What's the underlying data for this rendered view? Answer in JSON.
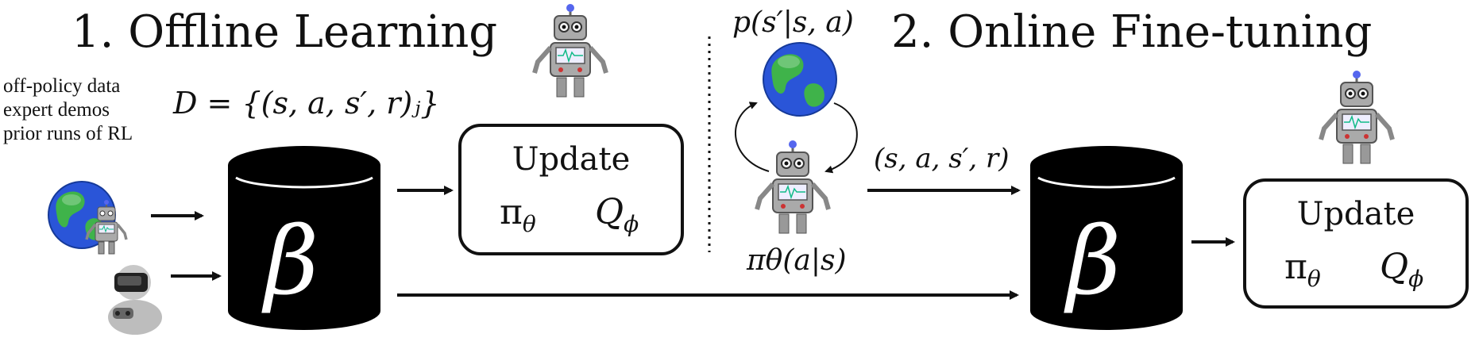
{
  "titles": {
    "offline": "1. Offline Learning",
    "online": "2. Online Fine-tuning"
  },
  "sources": [
    "off-policy data",
    "expert demos",
    "prior runs of RL"
  ],
  "dataset_label": "D = {(s, a, s′, r)ⱼ}",
  "dynamics_label": "p(s′|s, a)",
  "policy_label": "πθ(a|s)",
  "transition_label": "(s, a, s′, r)",
  "buffer_symbol": "β",
  "update_box_offline": {
    "title": "Update",
    "pi": "π",
    "pi_sub": "θ",
    "q": "Q",
    "q_sub": "ϕ"
  },
  "update_box_online": {
    "title": "Update",
    "pi": "π",
    "pi_sub": "θ",
    "q": "Q",
    "q_sub": "ϕ"
  }
}
